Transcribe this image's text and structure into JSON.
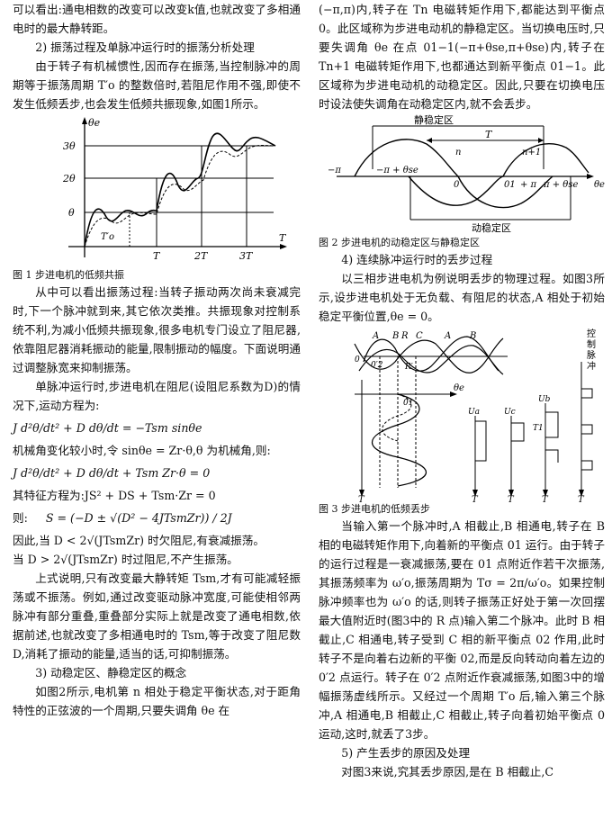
{
  "left": {
    "p1": "可以看出:通电相数的改变可以改变k值,也就改变了多相通电时的最大静转距。",
    "h2": "2) 振荡过程及单脉冲运行时的振荡分析处理",
    "p2": "由于转子有机械惯性,因而存在振荡,当控制脉冲的周期等于振荡周期 T′o 的整数倍时,若阻尼作用不强,即使不发生低频丢步,也会发生低频共振现象,如图1所示。",
    "fig1_caption": "图 1 步进电机的低频共振",
    "fig1_labels": {
      "y": "θe",
      "x": "T",
      "l3": "3θ",
      "l2": "2θ",
      "l1": "θ",
      "t0": "T′o",
      "tT": "T",
      "t2T": "2T",
      "t3T": "3T"
    },
    "p3": "从中可以看出振荡过程:当转子振动两次尚未衰减完时,下一个脉冲就到来,其它依次类推。共振现象对控制系统不利,为减小低频共振现象,很多电机专门设立了阻尼器,依靠阻尼器消耗振动的能量,限制振动的幅度。下面说明通过调整脉宽来抑制振荡。",
    "p4": "单脉冲运行时,步进电机在阻尼(设阻尼系数为D)的情况下,运动方程为:",
    "eq1": "J d²θ/dt² + D dθ/dt = −Tsm sinθe",
    "p5": "机械角变化较小时,令 sinθe = Zr·θ,θ 为机械角,则:",
    "eq2": "J d²θ/dt² + D dθ/dt + Tsm Zr·θ = 0",
    "p6": "其特征方程为:JS² + DS + Tsm·Zr = 0",
    "eq3_lhs": "则:",
    "eq3": "S = (−D ± √(D² − 4JTsmZr)) / 2J",
    "p7": "因此,当 D < 2√(JTsmZr) 时欠阻尼,有衰减振荡。",
    "p8": "当 D > 2√(JTsmZr) 时过阻尼,不产生振荡。",
    "p9": "上式说明,只有改变最大静转矩 Tsm,才有可能减轻振荡或不振荡。例如,通过改变驱动脉冲宽度,可能使相邻两脉冲有部分重叠,重叠部分实际上就是改变了通电相数,依据前述,也就改变了多相通电时的 Tsm,等于改变了阻尼数 D,消耗了振动的能量,适当的话,可抑制振荡。",
    "h3": "3) 动稳定区、静稳定区的概念",
    "p10": "如图2所示,电机第 n 相处于稳定平衡状态,对于距角特性的正弦波的一个周期,只要失调角 θe 在"
  },
  "right": {
    "p1": "(−π,π)内,转子在 Tn 电磁转矩作用下,都能达到平衡点 0。此区域称为步进电动机的静稳定区。当切换电压时,只要失调角 θe 在点 01−1(−π+θse,π+θse)内,转子在 Tn+1 电磁转矩作用下,也都通达到新平衡点 01−1。此区域称为步进电动机的动稳定区。因此,只要在切换电压时设法使失调角在动稳定区内,就不会丢步。",
    "fig2_caption": "图 2 步进电机的动稳定区与静稳定区",
    "fig2_labels": {
      "static": "静稳定区",
      "dynamic": "动稳定区",
      "T": "T",
      "n": "n",
      "n1": "n+1",
      "mpi": "−π",
      "a": "−π + θse",
      "o": "0",
      "o1": "01",
      "b": "+ π",
      "c": "π + θse",
      "axis": "θe"
    },
    "h4": "4) 连续脉冲运行时的丢步过程",
    "p2": "以三相步进电机为例说明丢步的物理过程。如图3所示,设步进电机处于无负载、有阻尼的状态,A 相处于初始稳定平衡位置,θe = 0。",
    "fig3_caption": "图 3 步进电机的低频丢步",
    "fig3_labels": {
      "A": "A",
      "B": "B",
      "C": "C",
      "R": "R",
      "Rp": "R′",
      "O": "0",
      "O1": "01",
      "Oprime": "0′2",
      "axis": "θe",
      "Ua": "Ua",
      "Uc": "Uc",
      "Ub": "Ub",
      "T1": "T1",
      "T": "T",
      "ctrl": "控制脉冲"
    },
    "p3": "当输入第一个脉冲时,A 相截止,B 相通电,转子在 B 相的电磁转矩作用下,向着新的平衡点 01 运行。由于转子的运行过程是一衰减振荡,要在 01 点附近作若干次振荡,其振荡频率为 ω′o,振荡周期为 Tσ = 2π/ω′o。如果控制脉冲频率也为 ω′o 的话,则转子振荡正好处于第一次回摆最大值附近时(图3中的 R 点)输入第二个脉冲。此时 B 相截止,C 相通电,转子受到 C 相的新平衡点 02 作用,此时转子不是向着右边新的平衡 02,而是反向转动向着左边的 0′2 点运行。转子在 0′2 点附近作衰减振荡,如图3中的增幅振荡虚线所示。又经过一个周期 T′o 后,输入第三个脉冲,A 相通电,B 相截止,C 相截止,转子向着初始平衡点 0 运动,这时,就丢了3步。",
    "h5": "5) 产生丢步的原因及处理",
    "p4": "对图3来说,究其丢步原因,是在 B 相截止,C"
  }
}
